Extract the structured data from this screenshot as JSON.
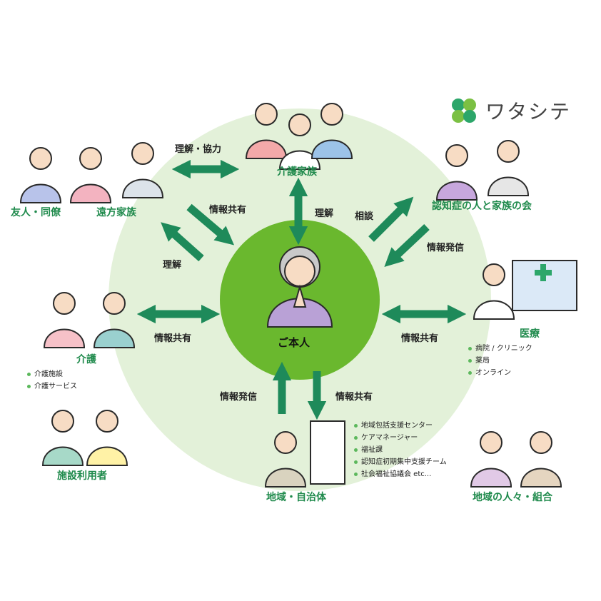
{
  "brand": {
    "name": "ワタシテ"
  },
  "center": {
    "label": "ご本人"
  },
  "nodes": {
    "family_care": "介護家族",
    "friends": "友人・同僚",
    "distant_family": "遠方家族",
    "dementia_group": "認知症の人と家族の会",
    "care": "介護",
    "facility_users": "施設利用者",
    "medical": "医療",
    "local_gov": "地域・自治体",
    "local_people": "地域の人々・組合"
  },
  "edges": {
    "understand_cooperate": "理解・協力",
    "info_share_family": "情報共有",
    "understand_left": "理解",
    "understand_top": "理解",
    "consult": "相談",
    "info_send_right": "情報発信",
    "info_share_left": "情報共有",
    "info_share_right": "情報共有",
    "info_send_bottom": "情報発信",
    "info_share_bottom": "情報共有"
  },
  "lists": {
    "care": [
      "介護施設",
      "介護サービス"
    ],
    "medical": [
      "病院 / クリニック",
      "薬局",
      "オンライン"
    ],
    "local_gov": [
      "地域包括支援センター",
      "ケアマネージャー",
      "福祉課",
      "認知症初期集中支援チーム",
      "社会福祉協議会 etc..."
    ]
  },
  "colors": {
    "outer_circle": "#e3f1d9",
    "inner_circle": "#6ab82e",
    "arrow": "#1e8a5a",
    "label_green": "#1f8a4c",
    "bullet": "#5cb85c"
  }
}
